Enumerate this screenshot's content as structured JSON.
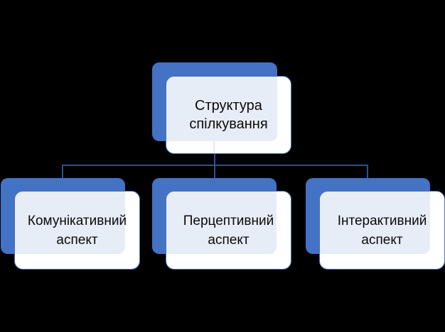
{
  "diagram": {
    "type": "hierarchy",
    "root": {
      "label": "Структура спілкування"
    },
    "children": [
      {
        "label": "Комунікативний аспект"
      },
      {
        "label": "Перцептивний аспект"
      },
      {
        "label": "Інтерактивний аспект"
      }
    ]
  },
  "colors": {
    "background": "#000000",
    "shape_accent_blue": "#4472C4",
    "card_fill": "#ffffff",
    "card_tint_over_accent": "#eaeef7",
    "card_border": "#4a71b4",
    "connector": "#2b5292",
    "text": "#0a0a0a"
  }
}
